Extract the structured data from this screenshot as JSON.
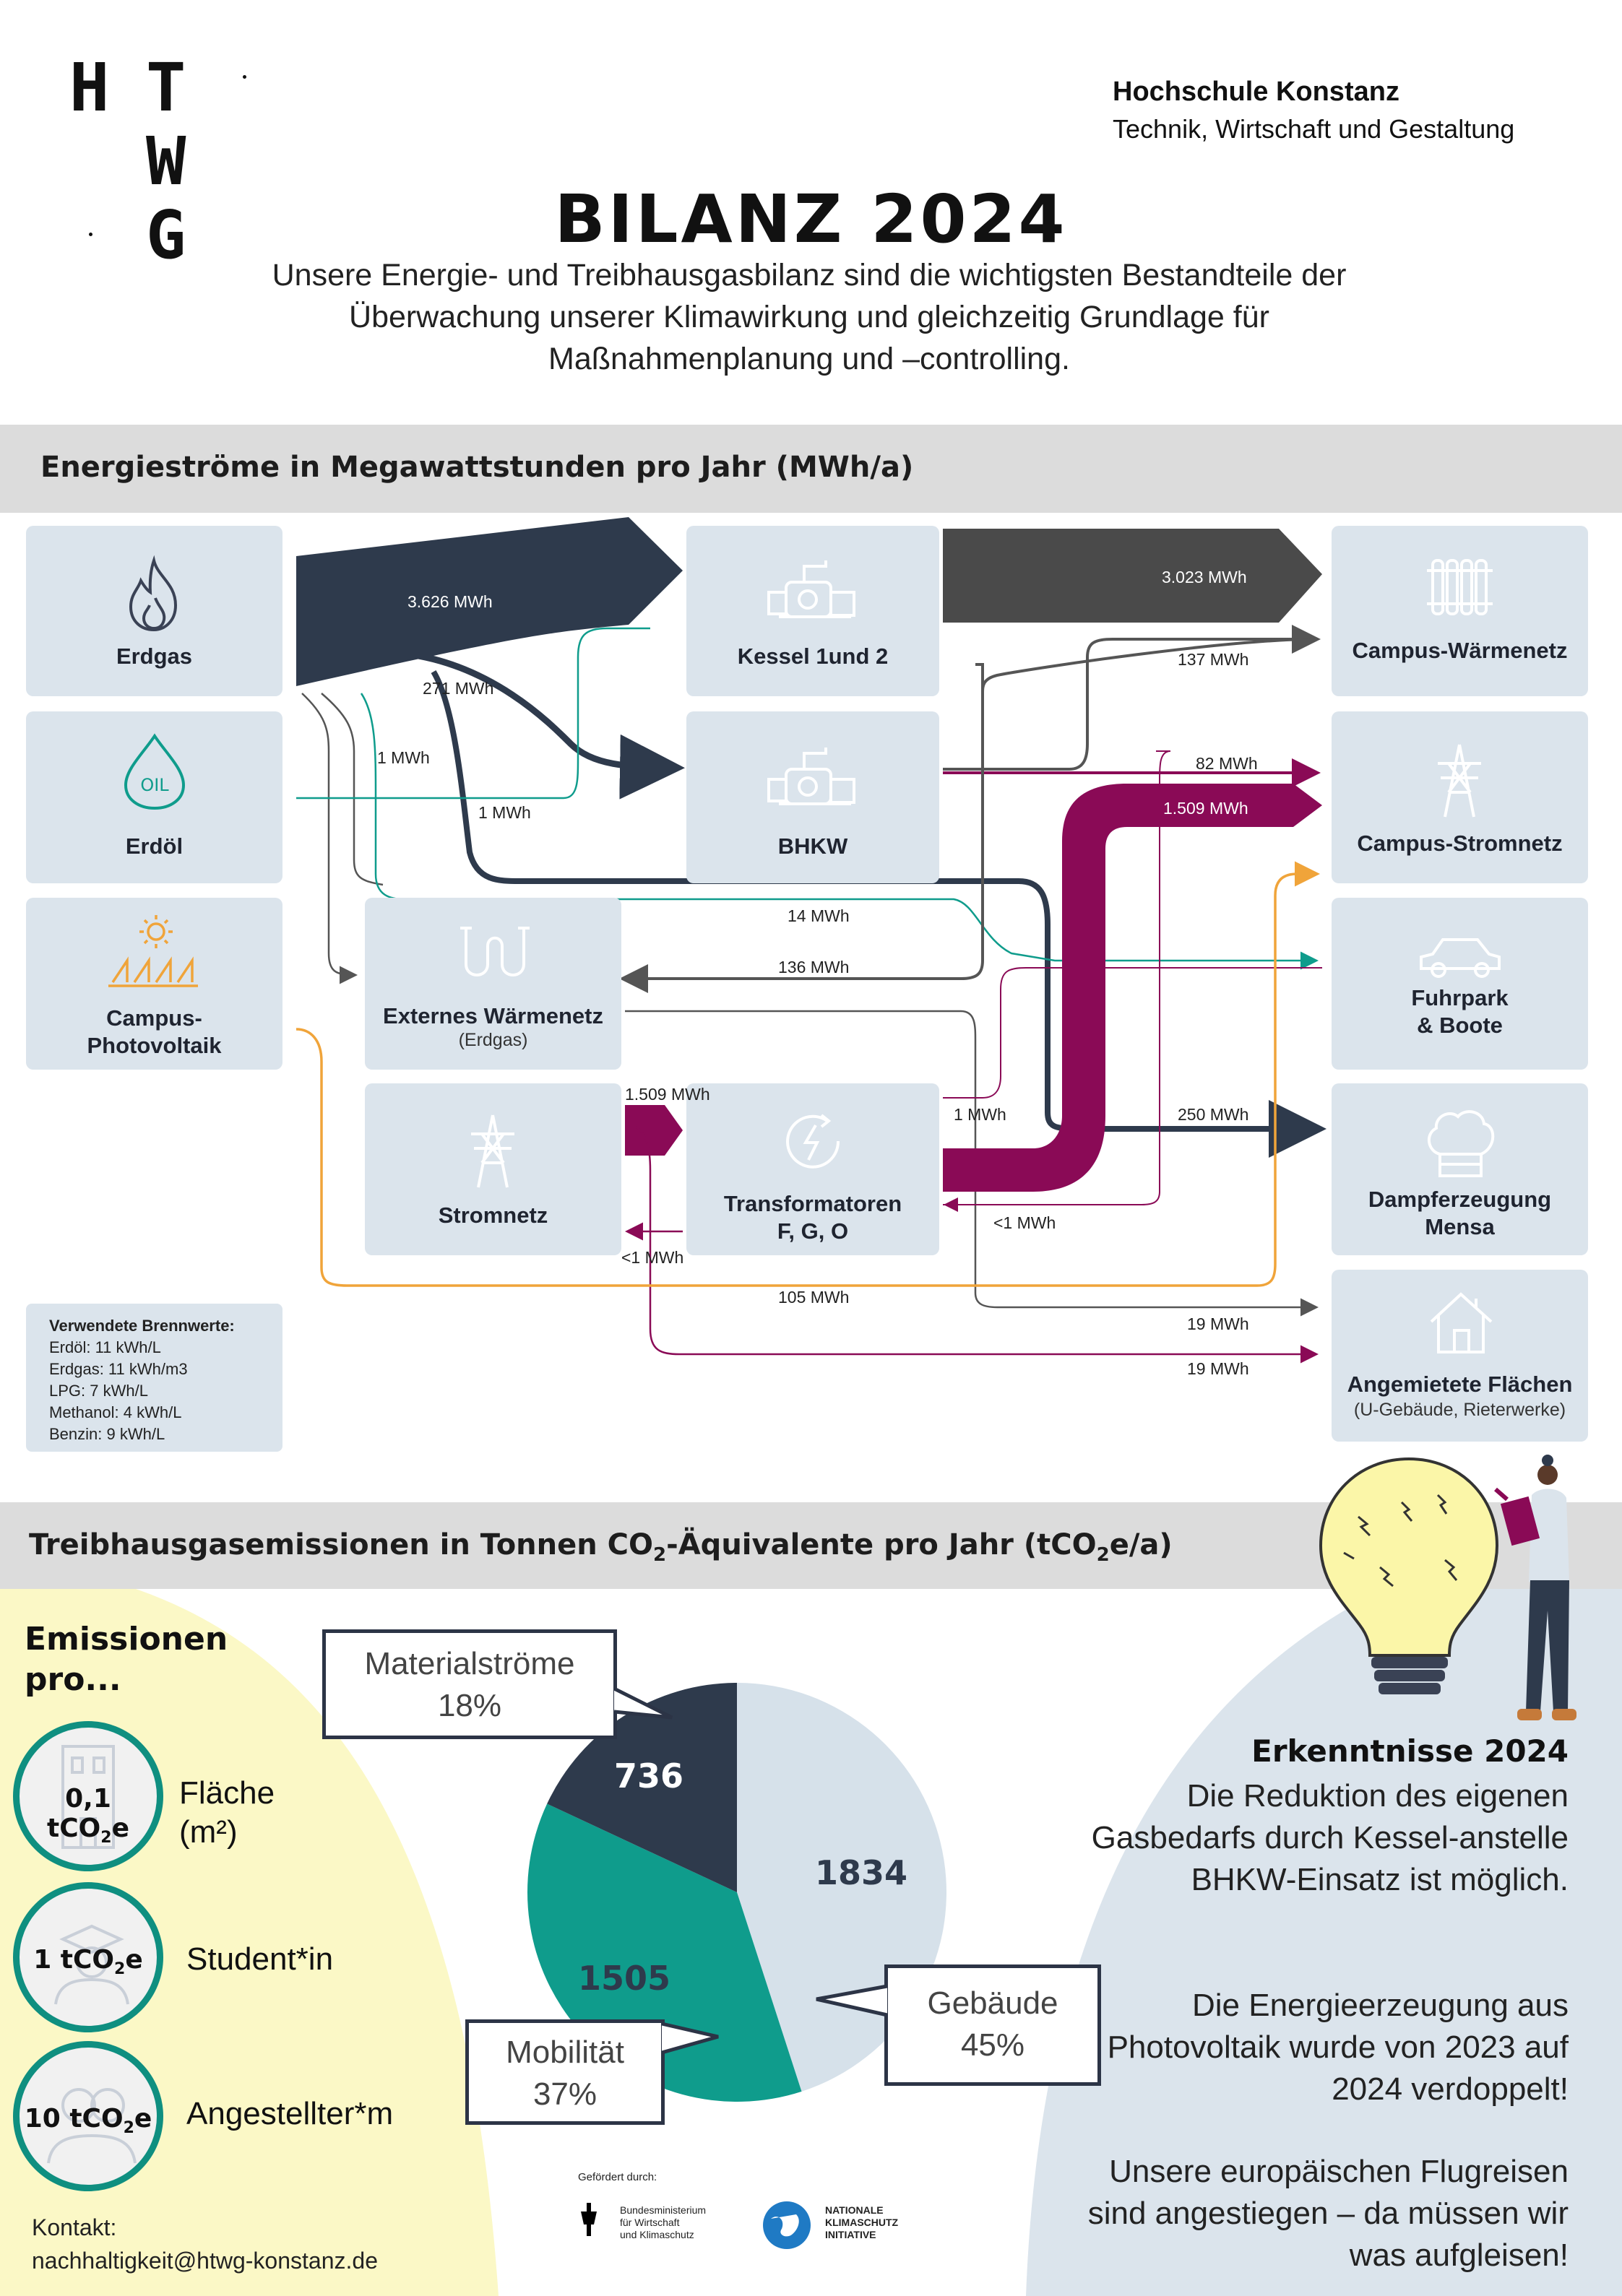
{
  "logo": {
    "letters": [
      "H",
      "T",
      "W",
      "G"
    ]
  },
  "header": {
    "university": "Hochschule Konstanz",
    "university_sub": "Technik, Wirtschaft und Gestaltung",
    "title": "BILANZ 2024",
    "intro": "Unsere Energie- und Treibhausgasbilanz sind die wichtigsten Bestandteile der Überwachung unserer Klimawirkung und gleichzeitig Grundlage für Maßnahmenplanung und –controlling."
  },
  "energy": {
    "section_title": "Energieströme in Megawattstunden pro Jahr  (MWh/a)",
    "boxes": {
      "erdgas": "Erdgas",
      "erdoel": "Erdöl",
      "pv": "Campus-\nPhotovoltaik",
      "kessel": "Kessel 1und 2",
      "bhkw": "BHKW",
      "extern": "Externes Wärmenetz",
      "extern_sub": "(Erdgas)",
      "stromnetz": "Stromnetz",
      "trafo": "Transformatoren\nF, G, O",
      "waermenetz": "Campus-Wärmenetz",
      "campusstrom": "Campus-Stromnetz",
      "fuhrpark": "Fuhrpark\n& Boote",
      "dampf": "Dampferzeugung\nMensa",
      "angemietet": "Angemietete Flächen",
      "angemietet_sub": "(U-Gebäude, Rieterwerke)"
    },
    "oil_icon_text": "OIL",
    "flows": {
      "erdgas_kessel": "3.626 MWh",
      "kessel_waerme": "3.023 MWh",
      "erdgas_bhkw": "271 MWh",
      "erdgas_1a": "1 MWh",
      "erdgas_1b": "1 MWh",
      "bhkw_waerme": "137 MWh",
      "bhkw_strom": "82 MWh",
      "trafo_strom": "1.509 MWh",
      "fuhrpark": "14 MWh",
      "extern": "136 MWh",
      "stromnetz_trafo": "1.509 MWh",
      "trafo_1": "1 MWh",
      "dampf": "250 MWh",
      "trafo_lt1": "<1 MWh",
      "strom_lt1": "<1 MWh",
      "pv": "105 MWh",
      "angemietet_a": "19 MWh",
      "angemietet_b": "19 MWh"
    },
    "brennwerte": {
      "title": "Verwendete Brennwerte:",
      "items": [
        "Erdöl: 11 kWh/L",
        "Erdgas: 11 kWh/m3",
        "LPG: 7 kWh/L",
        "Methanol: 4 kWh/L",
        "Benzin: 9 kWh/L"
      ]
    }
  },
  "ghg": {
    "section_title_a": "Treibhausgasemissionen in Tonnen CO",
    "section_sub_a": "2",
    "section_title_b": "-Äquivalente pro Jahr (tCO",
    "section_sub_b": "2",
    "section_title_c": "e/a)",
    "emissions_title": "Emissionen\npro...",
    "per": [
      {
        "val": "0,1 tCO",
        "sub": "2",
        "suf": "e",
        "label": "Fläche\n(m²)"
      },
      {
        "val": "1 tCO",
        "sub": "2",
        "suf": "e",
        "label": "Student*in"
      },
      {
        "val": "10 tCO",
        "sub": "2",
        "suf": "e",
        "label": "Angestellter*m"
      }
    ],
    "pie": {
      "material_label": "Materialströme\n18%",
      "mobil_label": "Mobilität\n37%",
      "gebaeude_label": "Gebäude\n45%",
      "material_val": "736",
      "mobil_val": "1505",
      "gebaeude_val": "1834"
    },
    "kontakt_label": "Kontakt:",
    "kontakt_email": "nachhaltigkeit@htwg-konstanz.de",
    "funded_by": "Gefördert durch:",
    "funder1": "Bundesministerium\nfür Wirtschaft\nund Klimaschutz",
    "funder2": "NATIONALE\nKLIMASCHUTZ\nINITIATIVE"
  },
  "erkenntnisse": {
    "title": "Erkenntnisse 2024",
    "p1": "Die Reduktion des eigenen Gasbedarfs durch Kessel-anstelle BHKW-Einsatz ist möglich.",
    "p2": "Die Energieerzeugung aus Photovoltaik wurde von 2023 auf 2024 verdoppelt!",
    "p3": "Unsere europäischen Flugreisen sind angestiegen – da müssen wir was aufgleisen!"
  },
  "chart_data": {
    "type": "pie",
    "title": "",
    "categories": [
      "Gebäude",
      "Mobilität",
      "Materialströme"
    ],
    "values": [
      1834,
      1505,
      736
    ],
    "percentages": [
      45,
      37,
      18
    ],
    "colors": [
      "#d6e1ea",
      "#0f9c8c",
      "#2e3a4c"
    ]
  },
  "colors": {
    "dark": "#2e3a4c",
    "teal": "#0f9c8c",
    "purple": "#8a0a56",
    "orange": "#f0a43a",
    "box": "#dbe4ec",
    "grey": "#555555"
  }
}
